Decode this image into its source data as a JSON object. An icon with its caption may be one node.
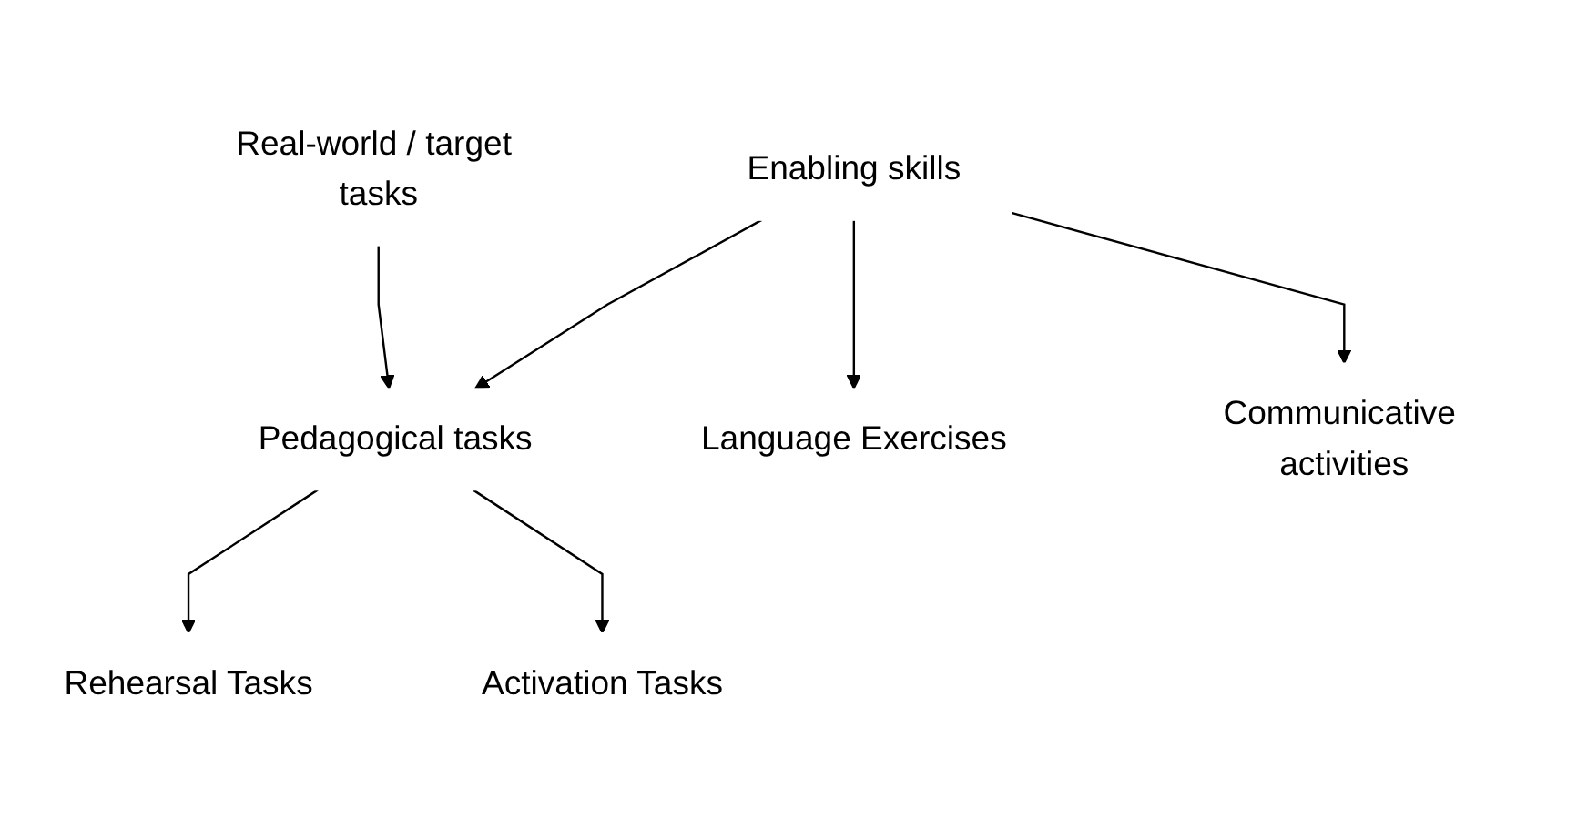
{
  "diagram": {
    "nodes": [
      {
        "text": [
          "Real-world / target tasks"
        ]
      },
      {
        "text": [
          "Pedagogical tasks"
        ]
      },
      {
        "text": [
          "Enabling skills"
        ]
      },
      {
        "text": [
          "Rehearsal Tasks"
        ]
      },
      {
        "text": [
          "Activation Tasks"
        ]
      },
      {
        "text": [
          "Language Exercises"
        ]
      },
      {
        "text": [
          "Communicative activities"
        ]
      }
    ],
    "edges": [
      {
        "from": 0,
        "to": 1,
        "arrow": "to"
      },
      {
        "from": 2,
        "to": 1,
        "arrow": "to"
      },
      {
        "from": 1,
        "to": 3,
        "arrow": "to"
      },
      {
        "from": 1,
        "to": 4,
        "arrow": "to"
      },
      {
        "from": 2,
        "to": 5,
        "arrow": "to"
      },
      {
        "from": 2,
        "to": 6,
        "arrow": "to"
      }
    ]
  }
}
